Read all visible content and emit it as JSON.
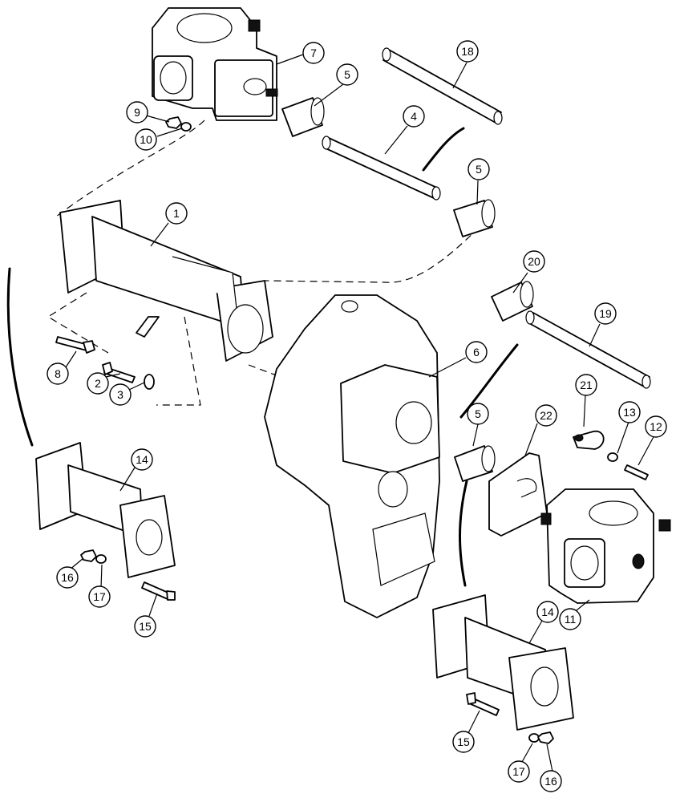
{
  "callouts": {
    "c7": "7",
    "c18": "18",
    "c5a": "5",
    "c9": "9",
    "c10": "10",
    "c4": "4",
    "c5b": "5",
    "c1": "1",
    "c20": "20",
    "c19": "19",
    "c6": "6",
    "c8": "8",
    "c2": "2",
    "c3": "3",
    "c21": "21",
    "c13": "13",
    "c12": "12",
    "c5c": "5",
    "c22": "22",
    "c14a": "14",
    "c16a": "16",
    "c17a": "17",
    "c15a": "15",
    "c11": "11",
    "c14b": "14",
    "c15b": "15",
    "c17b": "17",
    "c16b": "16"
  }
}
